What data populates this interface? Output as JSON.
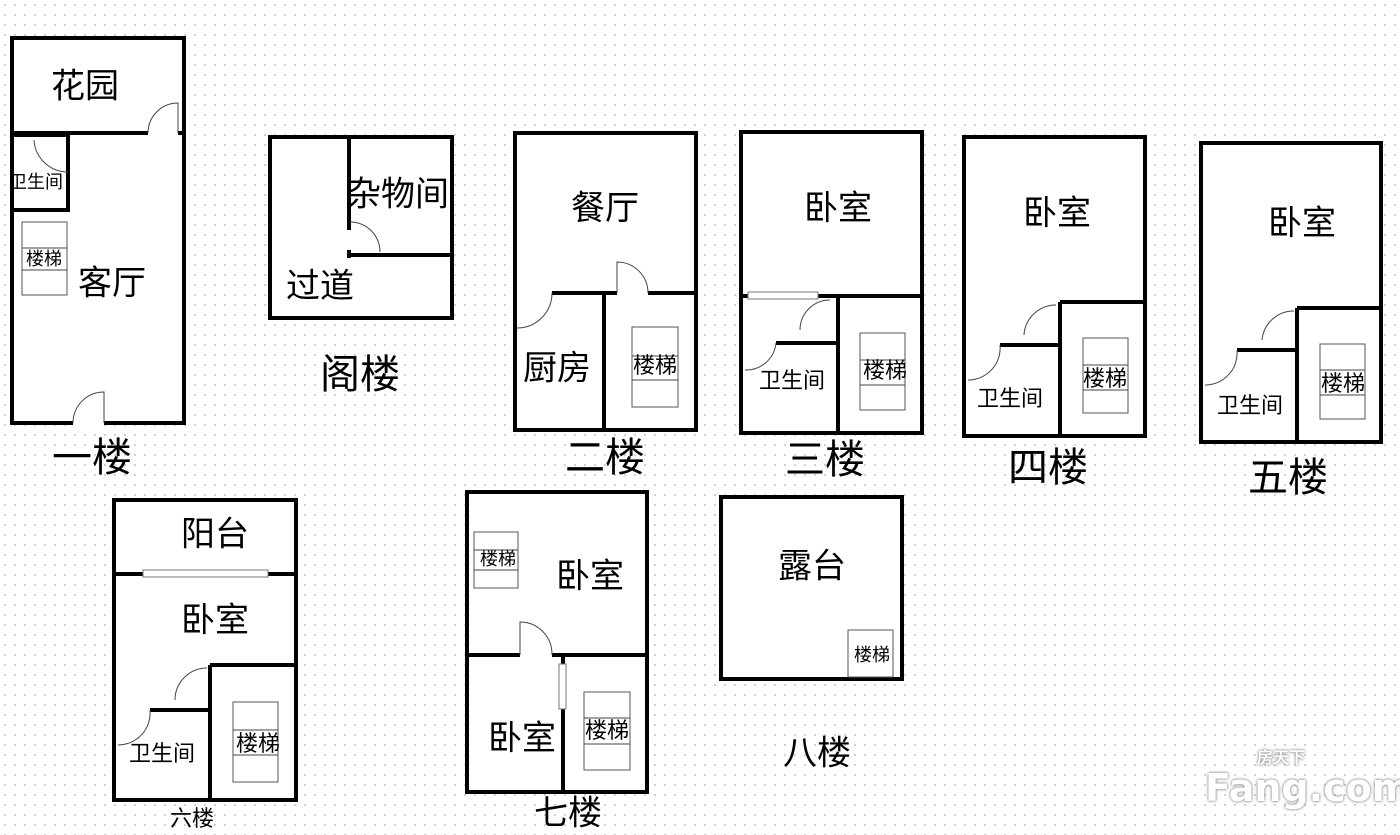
{
  "floors": {
    "f1": {
      "label": "一楼",
      "rooms": [
        "花园",
        "卫生间",
        "楼梯",
        "客厅"
      ]
    },
    "attic": {
      "label": "阁楼",
      "rooms": [
        "杂物间",
        "过道"
      ]
    },
    "f2": {
      "label": "二楼",
      "rooms": [
        "餐厅",
        "厨房",
        "楼梯"
      ]
    },
    "f3": {
      "label": "三楼",
      "rooms": [
        "卧室",
        "卫生间",
        "楼梯"
      ]
    },
    "f4": {
      "label": "四楼",
      "rooms": [
        "卧室",
        "卫生间",
        "楼梯"
      ]
    },
    "f5": {
      "label": "五楼",
      "rooms": [
        "卧室",
        "卫生间",
        "楼梯"
      ]
    },
    "f6": {
      "label": "六楼",
      "rooms": [
        "阳台",
        "卧室",
        "卫生间",
        "楼梯"
      ]
    },
    "f7": {
      "label": "七楼",
      "rooms": [
        "楼梯",
        "卧室",
        "卧室",
        "楼梯"
      ]
    },
    "f8": {
      "label": "八楼",
      "rooms": [
        "露台",
        "楼梯"
      ]
    }
  },
  "watermark": {
    "cn": "房天下",
    "en": "Fang.com"
  }
}
